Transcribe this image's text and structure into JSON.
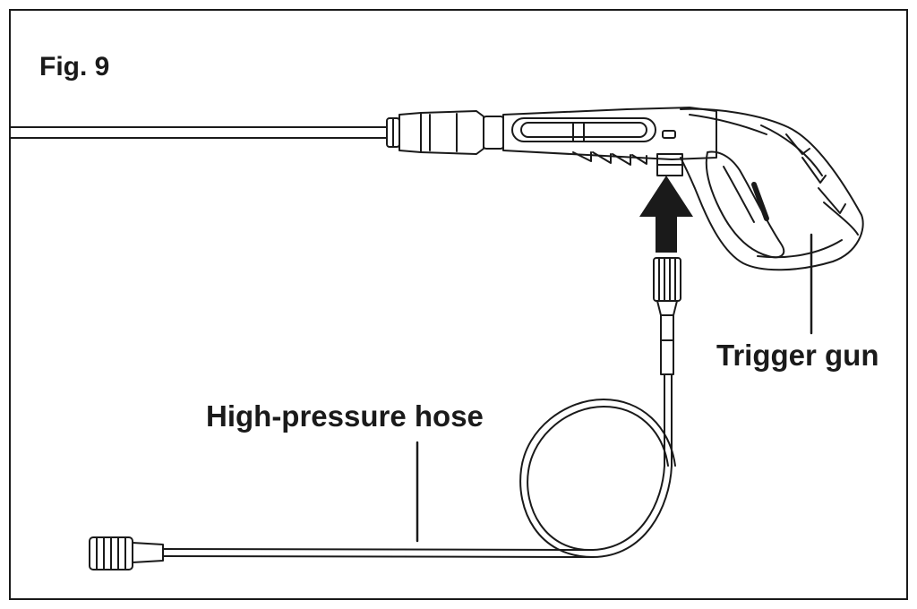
{
  "figure": {
    "label": "Fig. 9"
  },
  "callouts": {
    "trigger_gun": "Trigger gun",
    "high_pressure_hose": "High-pressure hose"
  },
  "colors": {
    "line": "#1a1a1a",
    "background": "#ffffff"
  },
  "icons": {
    "direction_arrow": "arrow-up-icon"
  }
}
